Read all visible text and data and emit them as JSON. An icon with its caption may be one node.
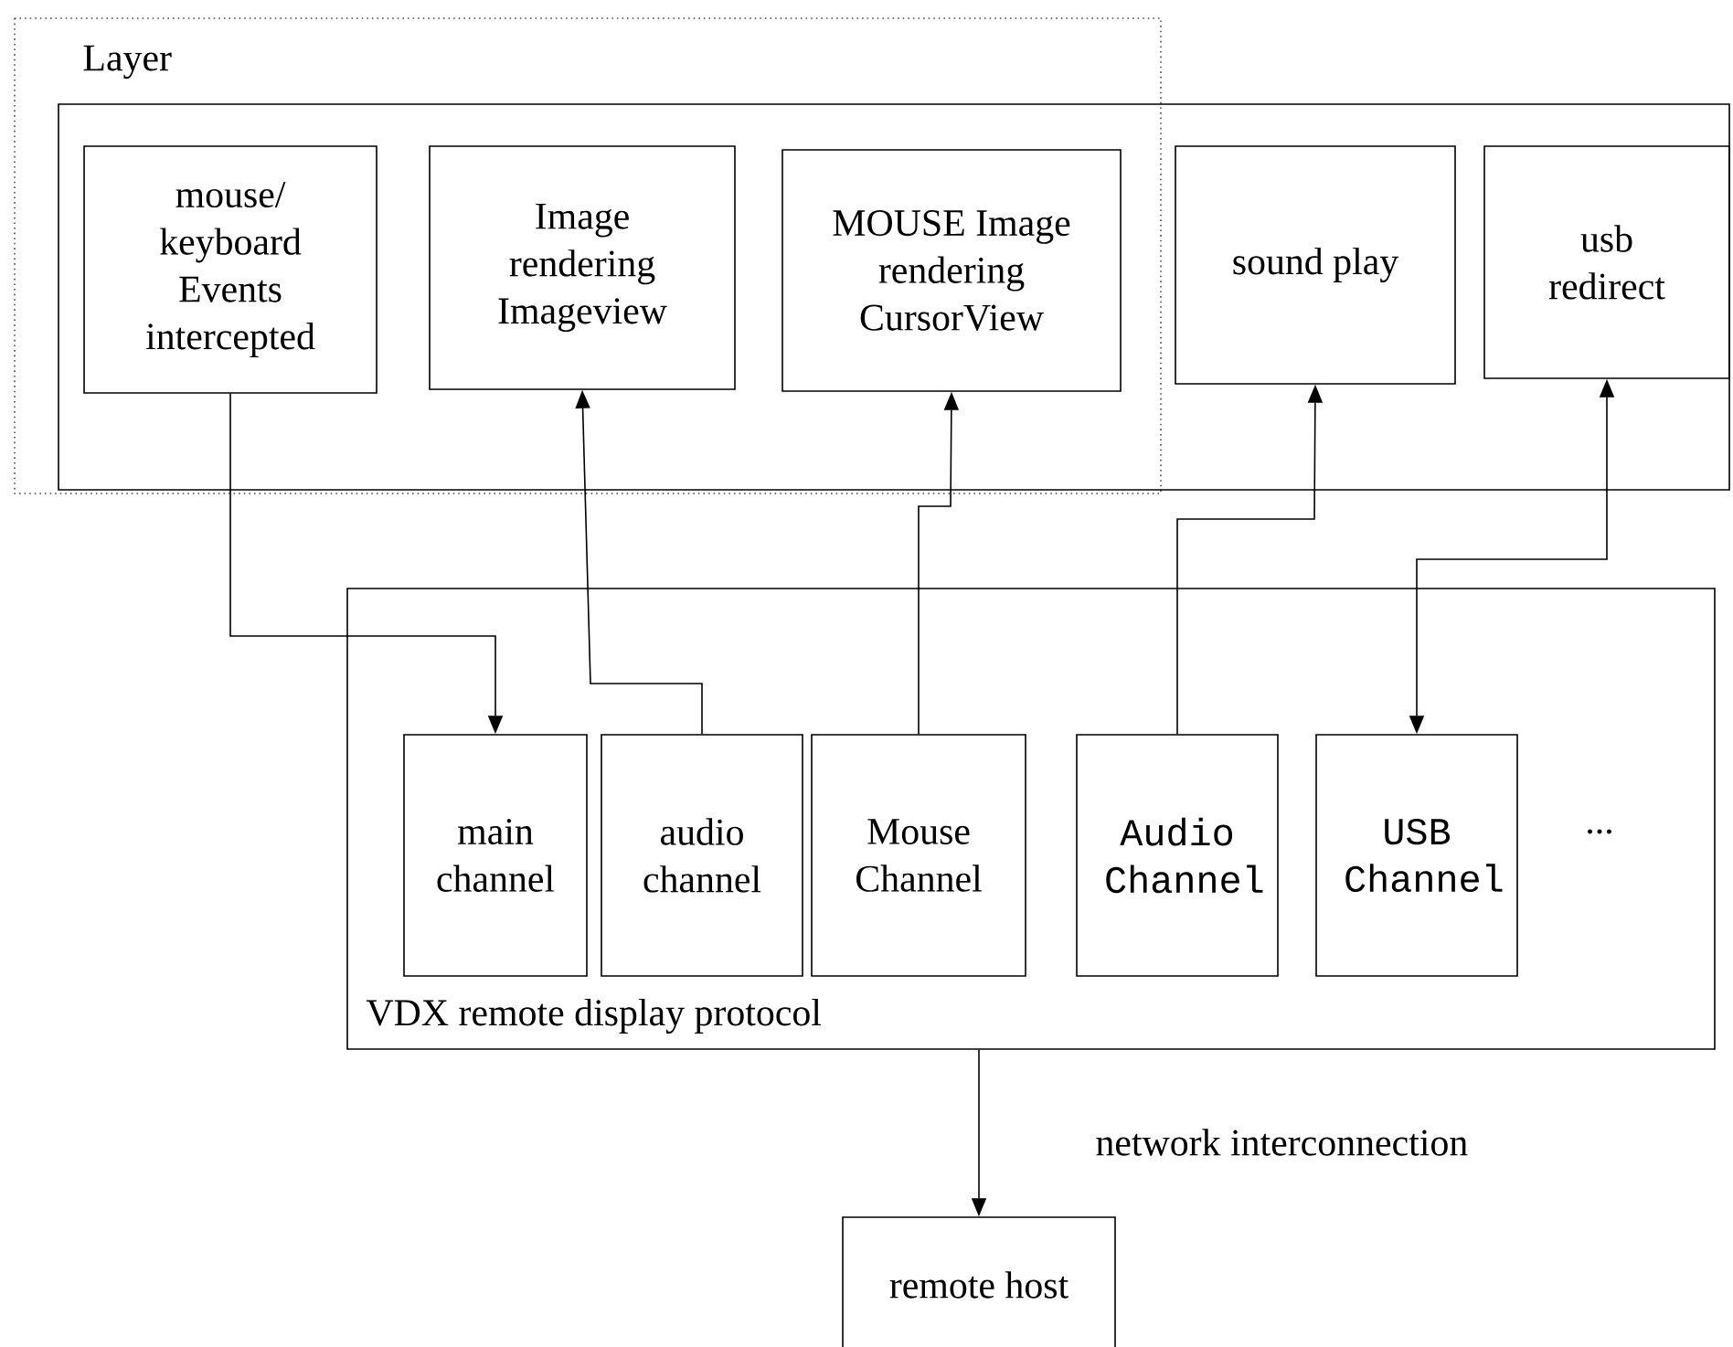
{
  "diagram": {
    "nodes": [
      {
        "text": [],
        "shape": "box"
      },
      {
        "text": [
          "mouse/ keyboard Events intercepted"
        ],
        "in": 0
      },
      {
        "text": [
          "Image rendering Imageview"
        ],
        "in": 0
      },
      {
        "text": [
          "MOUSE Image rendering CursorView"
        ],
        "in": 0
      },
      {
        "text": [
          "sound play"
        ],
        "in": 0
      },
      {
        "text": [
          "usb redirect"
        ],
        "in": 0
      },
      {
        "text": [
          "VDX remote display protocol"
        ]
      },
      {
        "text": [
          "main channel"
        ],
        "in": 6
      },
      {
        "text": [
          "audio channel"
        ],
        "in": 6
      },
      {
        "text": [
          "Mouse Channel"
        ],
        "in": 6
      },
      {
        "text": [
          "Audio Channel"
        ],
        "in": 6
      },
      {
        "text": [
          "USB Channel"
        ],
        "in": 6
      },
      {
        "text": [
          "remote host"
        ]
      }
    ],
    "edges": [
      {
        "from": 1,
        "to": 7,
        "arrow": "to"
      },
      {
        "from": 8,
        "to": 2,
        "arrow": "to"
      },
      {
        "from": 9,
        "to": 3,
        "arrow": "to"
      },
      {
        "from": 10,
        "to": 4,
        "arrow": "to"
      },
      {
        "from": 5,
        "to": 11,
        "arrow": "both"
      },
      {
        "from": 6,
        "to": 12,
        "arrow": "to",
        "label": "network interconnection"
      }
    ],
    "labels": [
      "Layer",
      "..."
    ]
  }
}
